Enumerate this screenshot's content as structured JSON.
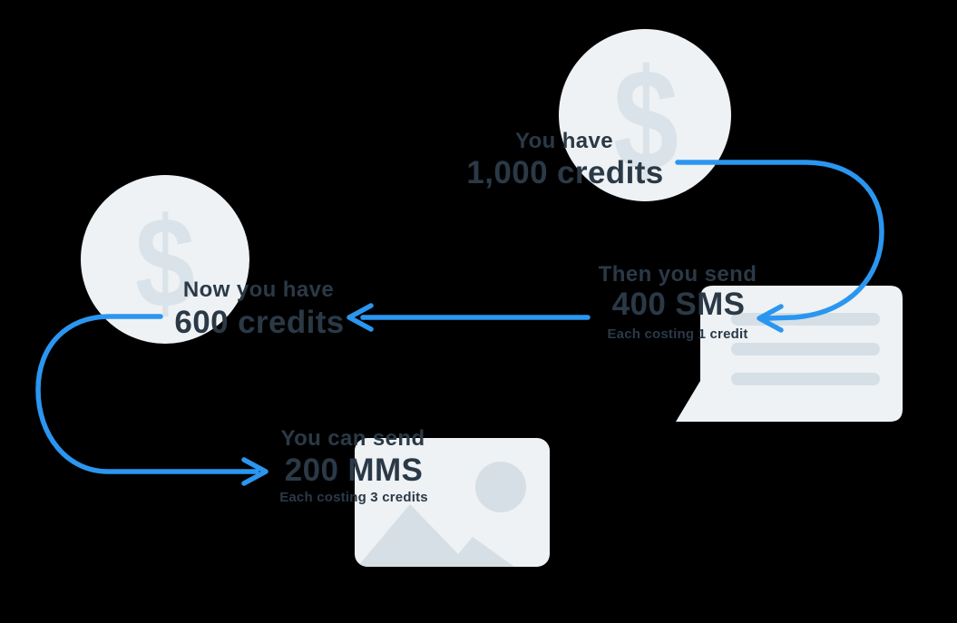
{
  "diagram": {
    "title_hidden": "",
    "colors": {
      "background": "#000000",
      "accent_blue": "#2b96f0",
      "text_dark": "#2b3947",
      "shape_light": "#eef2f4",
      "shape_mid": "#d6dfe5",
      "dollar_gray": "#dae3e9"
    },
    "icons": {
      "dollar_symbol": "$"
    },
    "steps": {
      "start": {
        "intro": "You have",
        "amount": "1,000 credits"
      },
      "send_sms": {
        "intro": "Then you send",
        "amount": "400 SMS",
        "note": "Each costing 1 credit"
      },
      "after_sms": {
        "intro": "Now you have",
        "amount": "600 credits"
      },
      "send_mms": {
        "intro": "You can send",
        "amount": "200 MMS",
        "note": "Each costing 3 credits"
      }
    }
  }
}
